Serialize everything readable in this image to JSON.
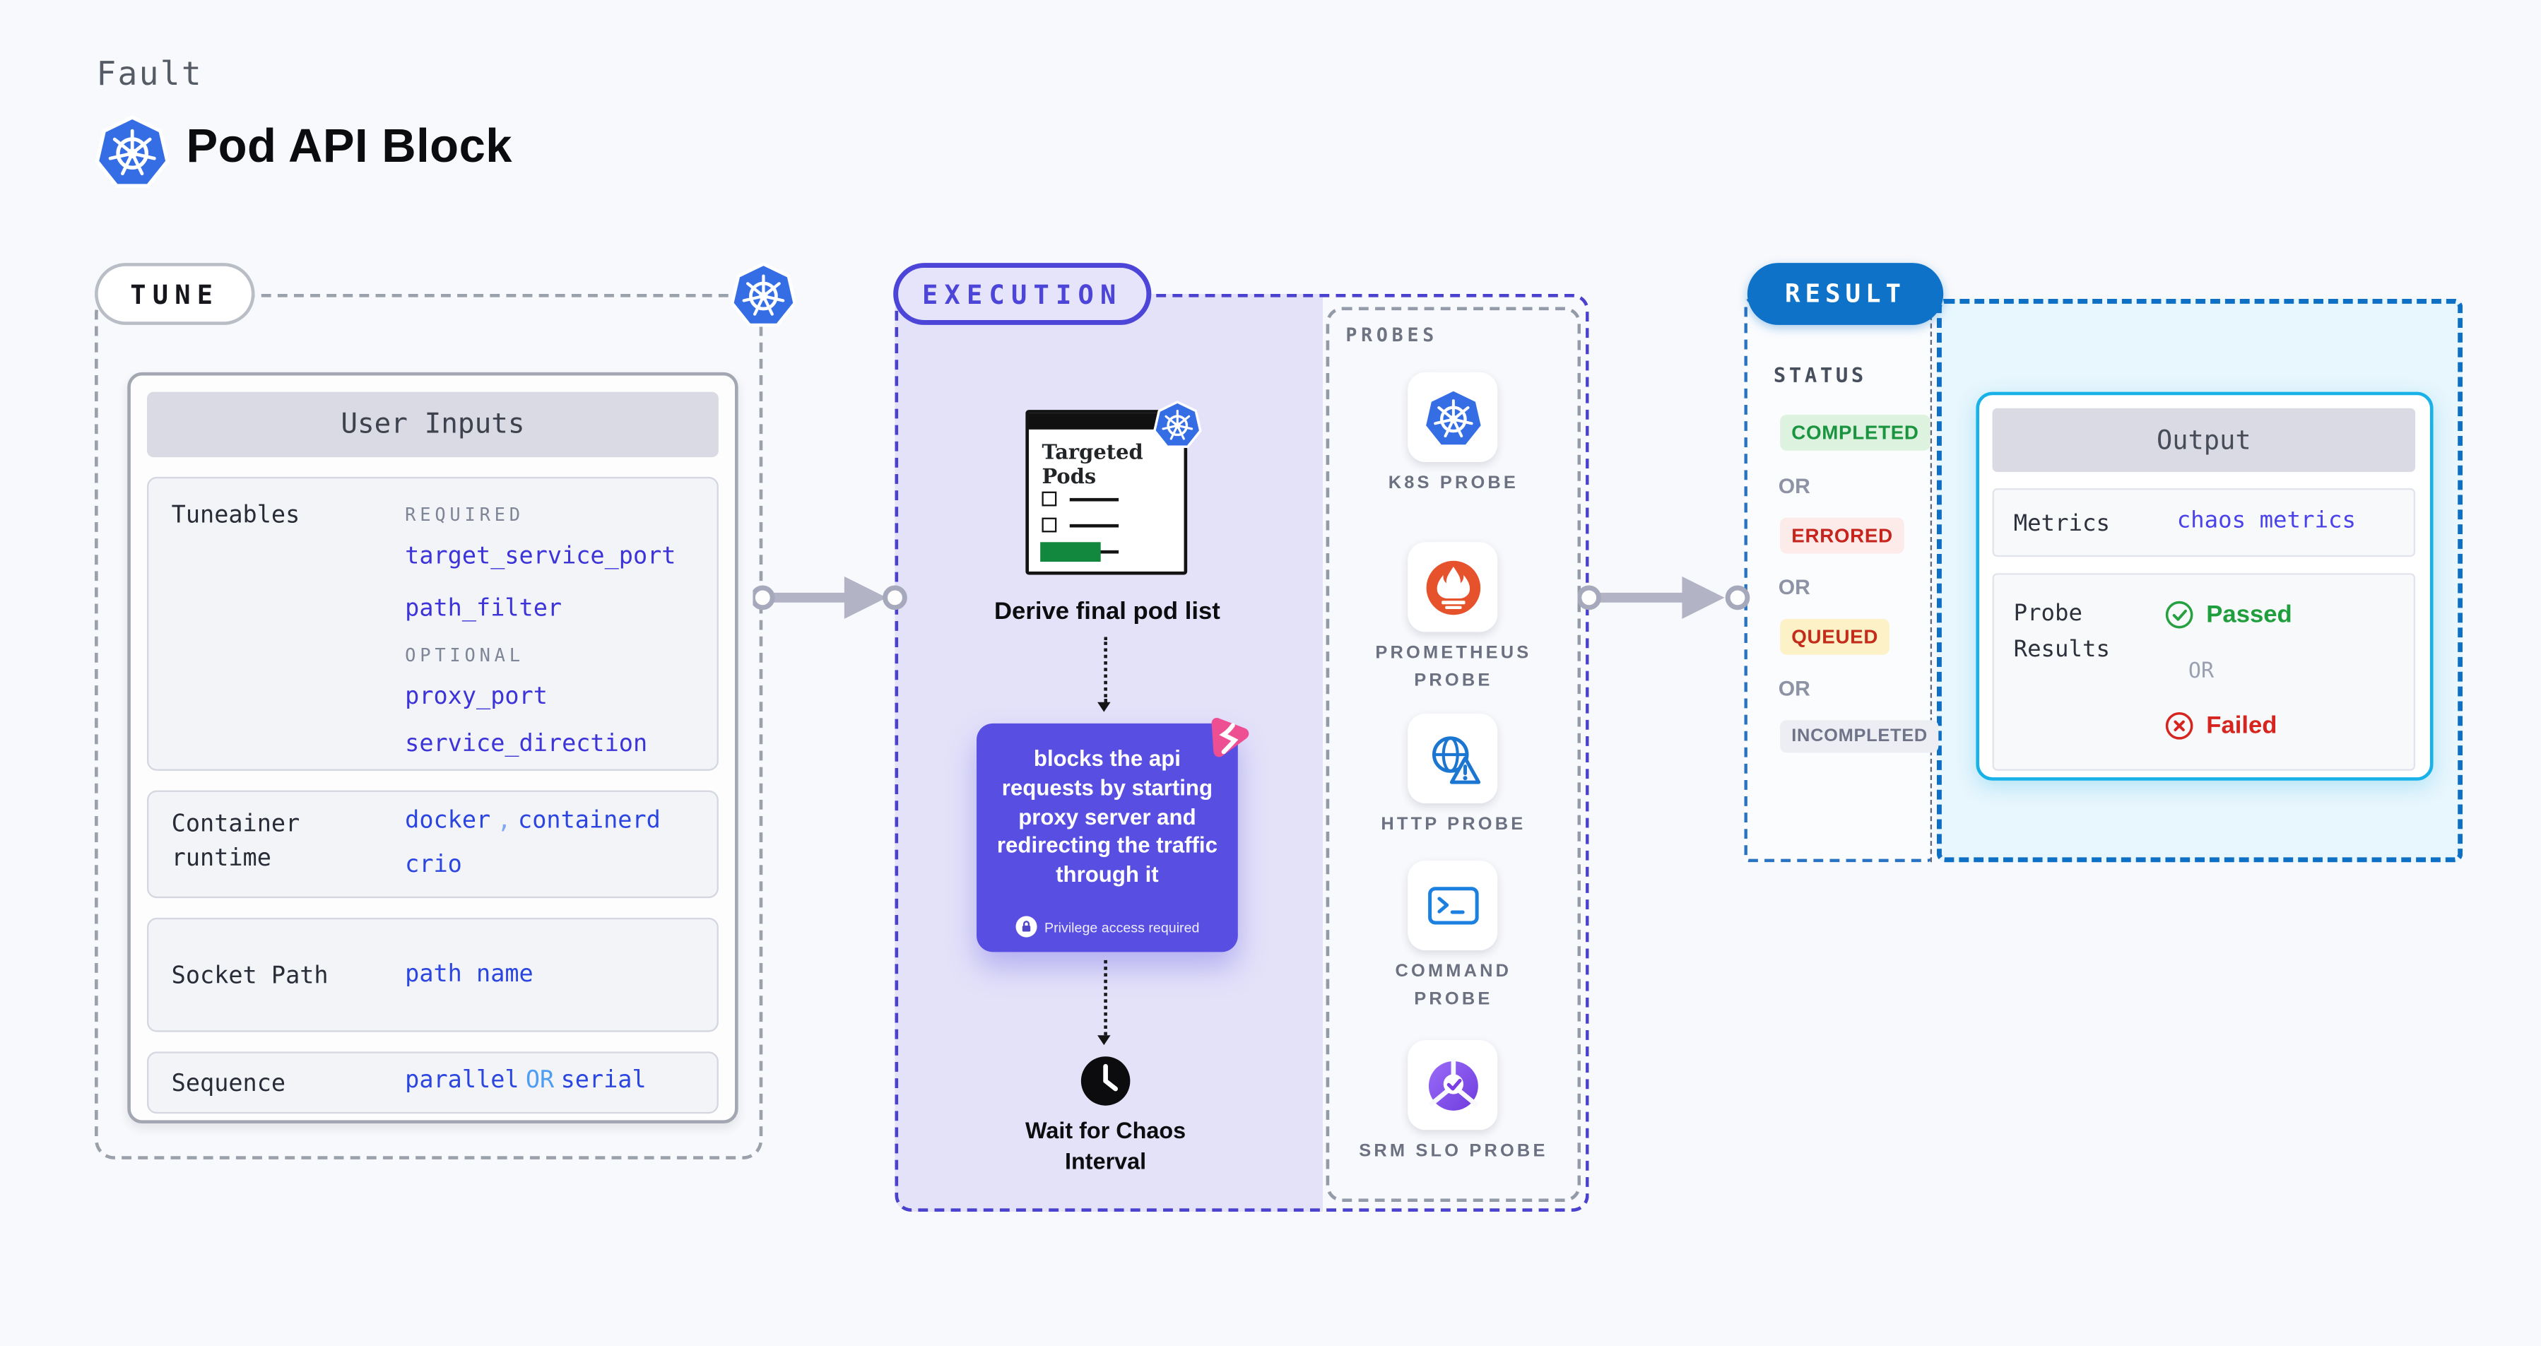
{
  "header": {
    "kicker": "Fault",
    "title": "Pod API Block"
  },
  "palette": {
    "kubernetes_blue": "#356de5",
    "execution_indigo": "#4d44d8",
    "lavender_fill": "#e4e2f9",
    "action_purple": "#584ee2",
    "chaos_pink": "#ee4e92",
    "result_blue": "#0d72c8",
    "output_cyan": "#18b2e9",
    "cyan_fill": "#e8f6fd",
    "passed_green": "#1f9e3d",
    "failed_red": "#d6251f",
    "value_indigo": "#3c34d8",
    "prometheus_orange": "#e6522c"
  },
  "tune": {
    "pill": "TUNE",
    "card_title": "User Inputs",
    "tuneables": {
      "label": "Tuneables",
      "required_heading": "REQUIRED",
      "required": [
        "target_service_port",
        "path_filter"
      ],
      "optional_heading": "OPTIONAL",
      "optional": [
        "proxy_port",
        "service_direction"
      ]
    },
    "container_runtime": {
      "label": "Container runtime",
      "value1": "docker",
      "separator": ",",
      "value2": "containerd",
      "value3": "crio"
    },
    "socket_path": {
      "label": "Socket Path",
      "value": "path name"
    },
    "sequence": {
      "label": "Sequence",
      "value1": "parallel",
      "operator": "OR",
      "value2": "serial"
    }
  },
  "execution": {
    "pill": "EXECUTION",
    "targeted_pods_title": "Targeted Pods",
    "derive_label": "Derive final pod list",
    "action_text": "blocks the api requests by starting proxy server and redirecting the traffic through it",
    "privilege_badge": "Privilege access required",
    "wait_label": "Wait for Chaos Interval"
  },
  "probes": {
    "heading": "PROBES",
    "items": [
      {
        "label": "K8S PROBE",
        "icon": "kubernetes-icon"
      },
      {
        "label": "PROMETHEUS PROBE",
        "icon": "prometheus-icon"
      },
      {
        "label": "HTTP PROBE",
        "icon": "http-globe-warning-icon"
      },
      {
        "label": "COMMAND PROBE",
        "icon": "terminal-icon"
      },
      {
        "label": "SRM SLO PROBE",
        "icon": "slo-donut-check-icon"
      }
    ]
  },
  "result": {
    "pill": "RESULT",
    "status_heading": "STATUS",
    "or_label": "OR",
    "statuses": [
      {
        "label": "COMPLETED",
        "fg": "#1b9440",
        "bg": "#def3df"
      },
      {
        "label": "ERRORED",
        "fg": "#c5251d",
        "bg": "#fcebe9"
      },
      {
        "label": "QUEUED",
        "fg": "#c32c1a",
        "bg": "#fdf1c8"
      },
      {
        "label": "INCOMPLETED",
        "fg": "#6f7488",
        "bg": "#eceef4"
      }
    ],
    "output": {
      "title": "Output",
      "metrics_label": "Metrics",
      "metrics_value": "chaos metrics",
      "probe_results_label": "Probe Results",
      "passed_label": "Passed",
      "or_label": "OR",
      "failed_label": "Failed"
    }
  }
}
